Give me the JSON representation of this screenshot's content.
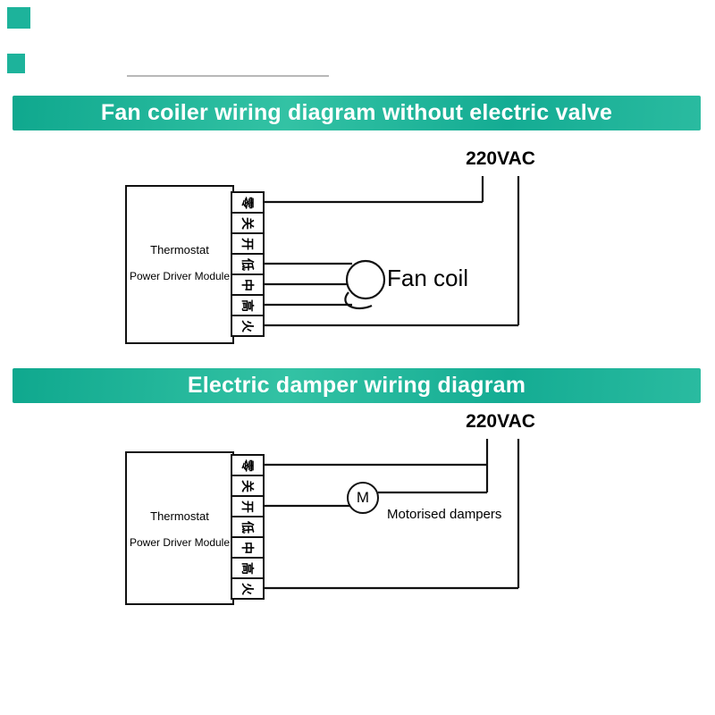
{
  "colors": {
    "accent": "#1db39b",
    "wire": "#111111",
    "banner_text": "#ffffff"
  },
  "sections": [
    {
      "banner": "Fan coiler wiring diagram without electric valve",
      "voltage_label": "220VAC",
      "module": {
        "line1": "Thermostat",
        "line2": "Power Driver Module"
      },
      "terminals": [
        "零",
        "关",
        "开",
        "低",
        "中",
        "高",
        "火"
      ],
      "component_label": "Fan coil"
    },
    {
      "banner": "Electric damper wiring diagram",
      "voltage_label": "220VAC",
      "module": {
        "line1": "Thermostat",
        "line2": "Power Driver Module"
      },
      "terminals": [
        "零",
        "关",
        "开",
        "低",
        "中",
        "高",
        "火"
      ],
      "motor_symbol": "M",
      "component_label": "Motorised dampers"
    }
  ]
}
